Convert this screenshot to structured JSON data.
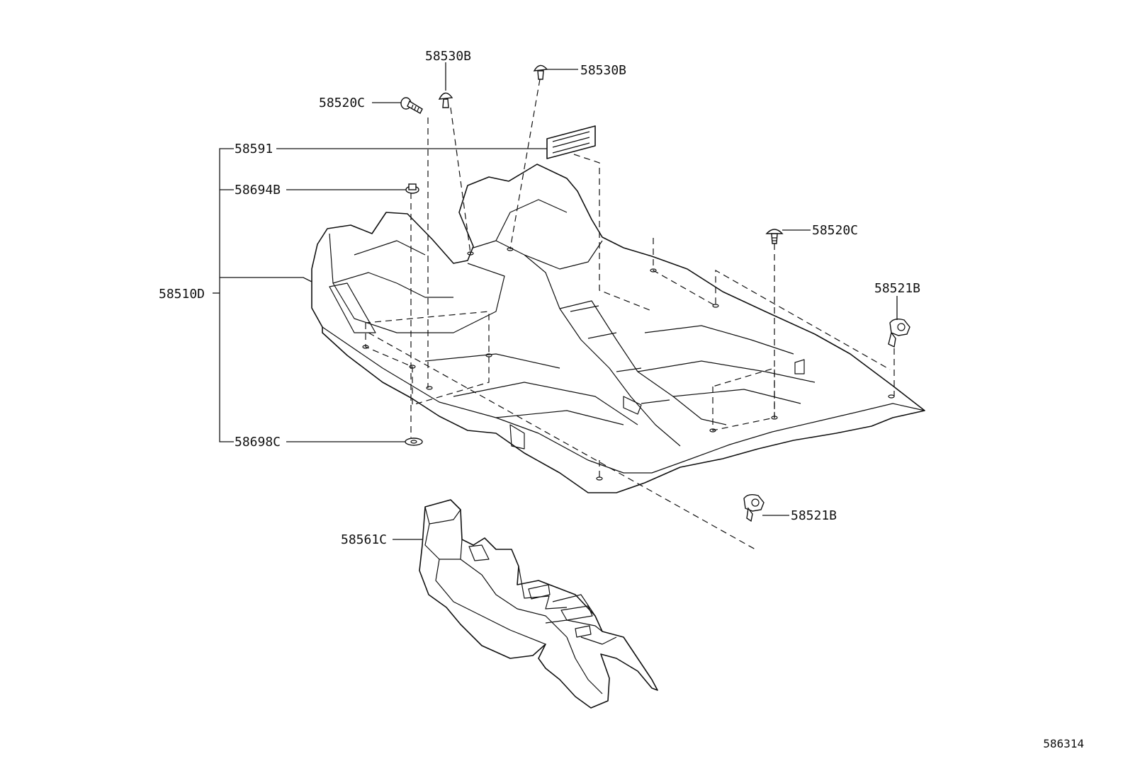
{
  "diagram": {
    "ref_number": "586314",
    "callouts": {
      "c58530B_top": "58530B",
      "c58530B_right": "58530B",
      "c58520C_left": "58520C",
      "c58591": "58591",
      "c58694B": "58694B",
      "c58520C_right": "58520C",
      "c58521B_right": "58521B",
      "c58510D": "58510D",
      "c58698C": "58698C",
      "c58521B_bottom": "58521B",
      "c58561C": "58561C"
    }
  }
}
